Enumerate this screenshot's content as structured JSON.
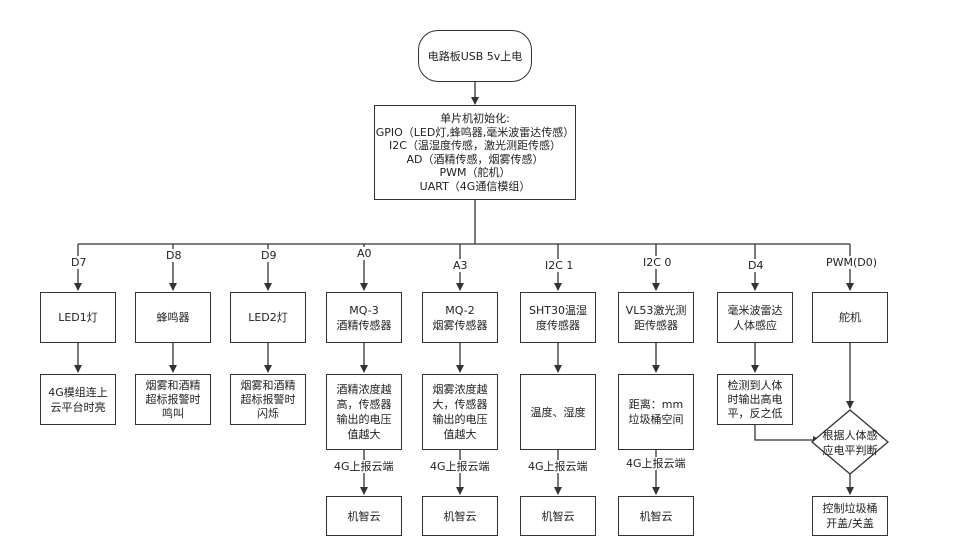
{
  "start": "电路板USB 5v上电",
  "init": [
    "单片机初始化:",
    "GPIO（LED灯,蜂鸣器,毫米波雷达传感）",
    "I2C（温湿度传感，激光测距传感）",
    "AD（酒精传感，烟雾传感）",
    "PWM（舵机）",
    "UART（4G通信模组）"
  ],
  "branches": [
    {
      "pin": "D7",
      "module": [
        "LED1灯"
      ],
      "action": [
        "4G模组连上",
        "云平台时亮"
      ]
    },
    {
      "pin": "D8",
      "module": [
        "蜂鸣器"
      ],
      "action": [
        "烟雾和酒精",
        "超标报警时",
        "鸣叫"
      ]
    },
    {
      "pin": "D9",
      "module": [
        "LED2灯"
      ],
      "action": [
        "烟雾和酒精",
        "超标报警时",
        "闪烁"
      ]
    },
    {
      "pin": "A0",
      "module": [
        "MQ-3",
        "酒精传感器"
      ],
      "action": [
        "酒精浓度越",
        "高，传感器",
        "输出的电压",
        "值越大"
      ],
      "report": "4G上报云端",
      "cloud": "机智云"
    },
    {
      "pin": "A3",
      "module": [
        "MQ-2",
        "烟雾传感器"
      ],
      "action": [
        "烟雾浓度越",
        "大，传感器",
        "输出的电压",
        "值越大"
      ],
      "report": "4G上报云端",
      "cloud": "机智云"
    },
    {
      "pin": "I2C 1",
      "module": [
        "SHT30温湿",
        "度传感器"
      ],
      "action": [
        "温度、湿度"
      ],
      "report": "4G上报云端",
      "cloud": "机智云"
    },
    {
      "pin": "I2C 0",
      "module": [
        "VL53激光测",
        "距传感器"
      ],
      "action": [
        "距离：mm",
        "垃圾桶空间"
      ],
      "report": "4G上报云端",
      "cloud": "机智云"
    },
    {
      "pin": "D4",
      "module": [
        "毫米波雷达",
        "人体感应"
      ],
      "action": [
        "检测到人体",
        "时输出高电",
        "平，反之低"
      ]
    },
    {
      "pin": "PWM(D0)",
      "module": [
        "舵机"
      ]
    }
  ],
  "decision": [
    "根据人体感",
    "应电平判断"
  ],
  "final": [
    "控制垃圾桶",
    "开盖/关盖"
  ]
}
